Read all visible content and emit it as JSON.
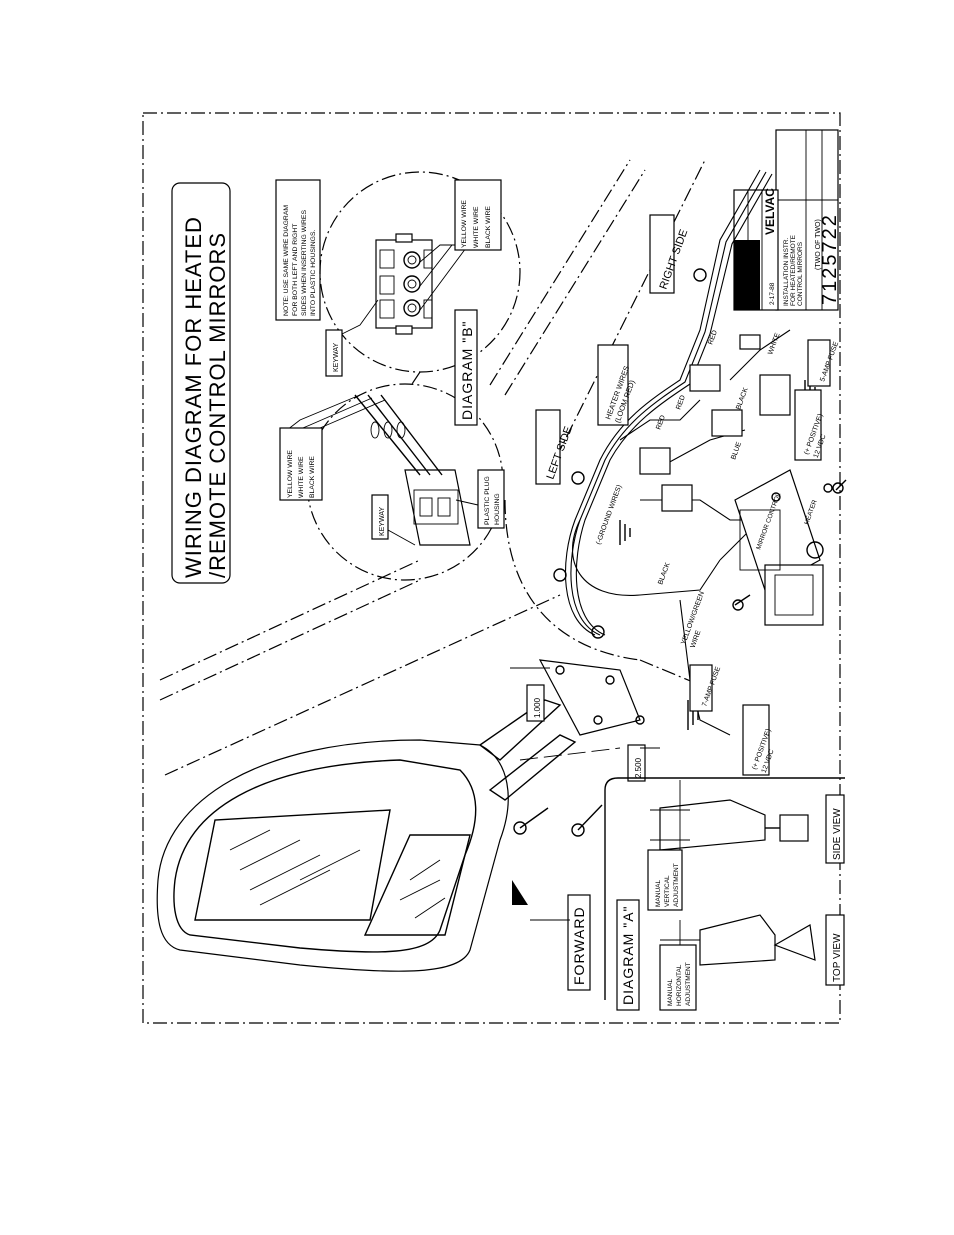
{
  "title_line1": "WIRING DIAGRAM FOR HEATED",
  "title_line2": "/REMOTE CONTROL MIRRORS",
  "note_line1": "NOTE: USE SAME WIRE DIAGRAM",
  "note_line2": "FOR BOTH LEFT AND RIGHT",
  "note_line3": "SIDES WHEN INSERTING WIRES",
  "note_line4": "INTO PLASTIC HOUSINGS.",
  "diagram_b": "DIAGRAM \"B\"",
  "diagram_a": "DIAGRAM \"A\"",
  "keyway": "KEYWAY",
  "wires": {
    "yellow": "YELLOW WIRE",
    "white": "WHITE WIRE",
    "black": "BLACK WIRE"
  },
  "plastic_plug_1": "PLASTIC PLUG",
  "plastic_plug_2": "HOUSING",
  "left_side": "LEFT SIDE",
  "right_side": "RIGHT SIDE",
  "heater_wires_1": "HEATER WIRES",
  "heater_wires_2": "(LOOM RED)",
  "ground_wires": "(-GROUND WIRES)",
  "yellow_green_1": "YELLOW/GREEN",
  "yellow_green_2": "WIRE",
  "color_red": "RED",
  "color_black": "BLACK",
  "color_white": "WHITE",
  "color_blue": "BLUE",
  "fuse_7amp": "7-AMP FUSE",
  "fuse_5amp": "5-AMP FUSE",
  "positive_1": "(+ POSITIVE)",
  "positive_2": "12 VDC",
  "mirror_control": "MIRROR CONTROL",
  "heater": "HEATER",
  "dim_1": "1.000",
  "dim_2": "2.500",
  "forward": "FORWARD",
  "manual_vertical_1": "MANUAL",
  "manual_vertical_2": "VERTICAL",
  "manual_vertical_3": "ADJUSTMENT",
  "manual_horizontal_1": "MANUAL",
  "manual_horizontal_2": "HORIZONTAL",
  "manual_horizontal_3": "ADJUSTMENT",
  "side_view": "SIDE VIEW",
  "top_view": "TOP VIEW",
  "title_block": {
    "company": "VELVAC",
    "date": "2-17-88",
    "description_1": "INSTALLATION INSTR.",
    "description_2": "FOR HEATED/REMOTE",
    "description_3": "CONTROL MIRRORS",
    "sheet": "(TWO OF TWO)",
    "drawing_number": "7125722"
  }
}
